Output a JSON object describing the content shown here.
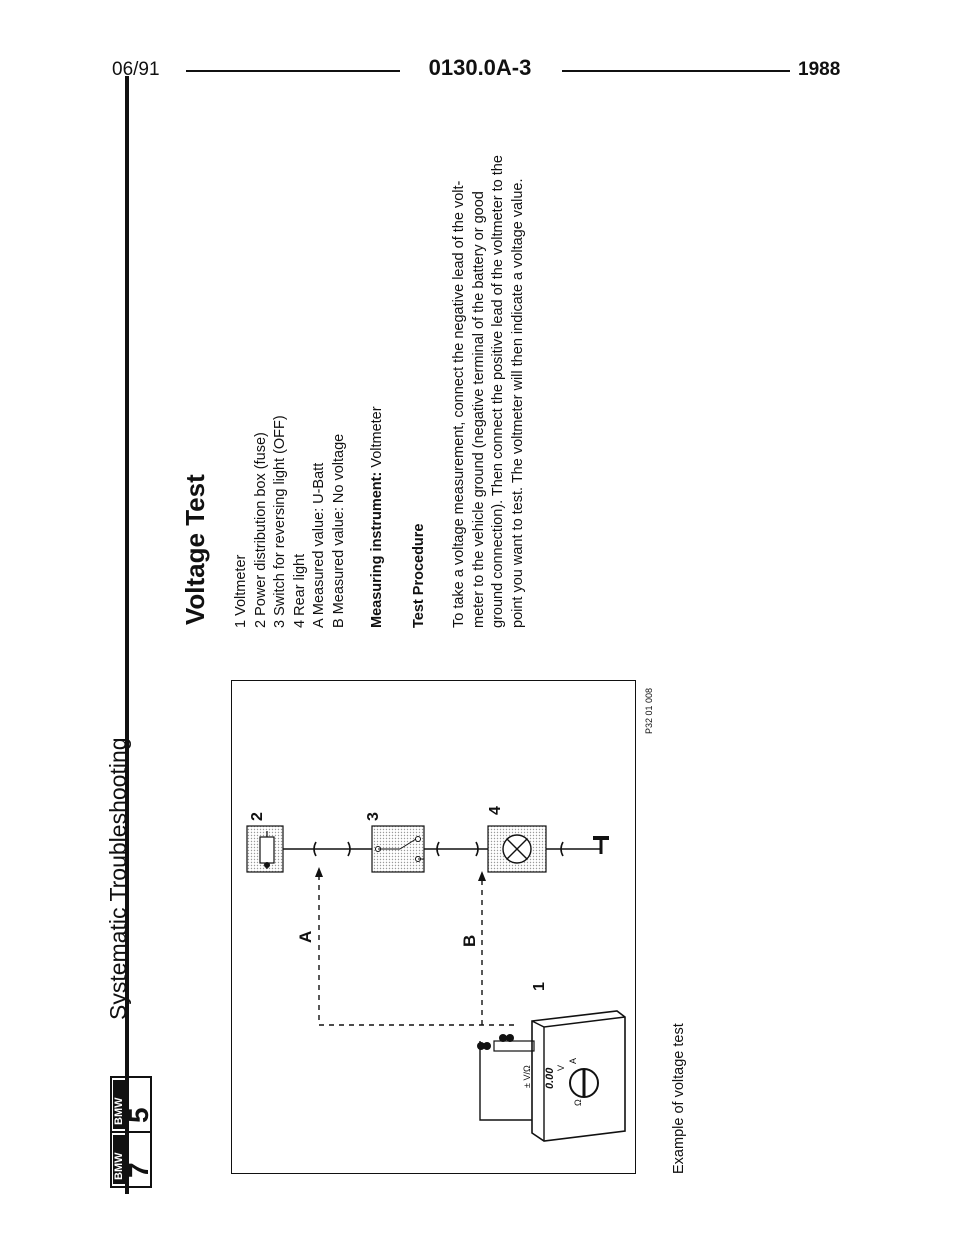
{
  "header": {
    "date": "06/91",
    "doc_number": "0130.0A-3",
    "year": "1988"
  },
  "logo": {
    "left_brand": "BMW",
    "left_number": "5",
    "right_brand": "BMW",
    "right_number": "7"
  },
  "section_title": "Systematic Troubleshooting",
  "title": "Voltage Test",
  "legend": [
    "1 Voltmeter",
    "2 Power distribution box (fuse)",
    "3 Switch for reversing light (OFF)",
    "4 Rear light",
    "A Measured value: U-Batt",
    "B Measured value: No voltage"
  ],
  "measuring_instrument": {
    "label": "Measuring instrument:",
    "value": " Voltmeter"
  },
  "test_procedure": {
    "heading": "Test Procedure",
    "lines": [
      "To take a voltage measurement, connect the negative lead of the volt-",
      "meter to the vehicle ground (negative terminal of the battery or good",
      "ground connection). Then connect the positive lead of the voltmeter to the",
      "point you want to test. The voltmeter will then indicate a voltage value."
    ]
  },
  "figure": {
    "labels": {
      "n1": "1",
      "n2": "2",
      "n3": "3",
      "n4": "4",
      "a": "A",
      "b": "B"
    },
    "meter_display": "0.00",
    "meter_mode_top": "± V/Ω",
    "meter_mode_v": "V",
    "meter_mode_a": "A",
    "meter_mode_ohm": "Ω",
    "ref_code": "P32 01 008"
  },
  "caption": "Example of voltage test"
}
